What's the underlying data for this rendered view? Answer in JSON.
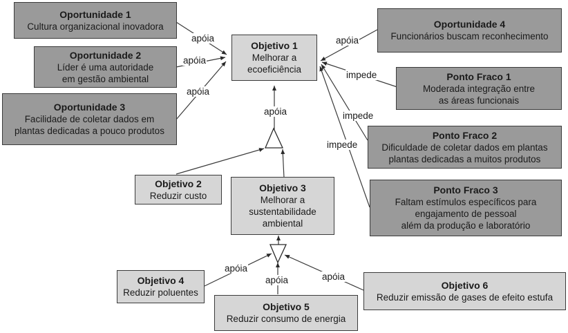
{
  "nodes": {
    "op1": {
      "title": "Oportunidade 1",
      "lines": [
        "Cultura organizacional inovadora"
      ]
    },
    "op2": {
      "title": "Oportunidade 2",
      "lines": [
        "Líder é uma autoridade",
        "em gestão ambiental"
      ]
    },
    "op3": {
      "title": "Oportunidade 3",
      "lines": [
        "Facilidade de coletar dados em",
        "plantas dedicadas a pouco produtos"
      ]
    },
    "op4": {
      "title": "Oportunidade 4",
      "lines": [
        "Funcionários buscam reconhecimento"
      ]
    },
    "obj1": {
      "title": "Objetivo 1",
      "lines": [
        "Melhorar a",
        "ecoeficiência"
      ]
    },
    "pf1": {
      "title": "Ponto Fraco 1",
      "lines": [
        "Moderada integração entre",
        "as áreas funcionais"
      ]
    },
    "pf2": {
      "title": "Ponto Fraco 2",
      "lines": [
        "Dificuldade de coletar dados em plantas",
        "plantas dedicadas a muitos produtos"
      ]
    },
    "pf3": {
      "title": "Ponto Fraco 3",
      "lines": [
        "Faltam estímulos específicos para",
        "engajamento de pessoal",
        "além da produção e laboratório"
      ]
    },
    "obj2": {
      "title": "Objetivo 2",
      "lines": [
        "Reduzir custo"
      ]
    },
    "obj3": {
      "title": "Objetivo 3",
      "lines": [
        "Melhorar a",
        "sustentabilidade",
        "ambiental"
      ]
    },
    "obj4": {
      "title": "Objetivo 4",
      "lines": [
        "Reduzir poluentes"
      ]
    },
    "obj5": {
      "title": "Objetivo 5",
      "lines": [
        "Reduzir consumo de energia"
      ]
    },
    "obj6": {
      "title": "Objetivo 6",
      "lines": [
        "Reduzir emissão de gases de efeito estufa"
      ]
    }
  },
  "edge_labels": {
    "op1_obj1": "apóia",
    "op2_obj1": "apóia",
    "op3_obj1": "apóia",
    "op4_obj1": "apóia",
    "and1_obj1": "apóia",
    "pf1_obj1": "impede",
    "pf2_obj1": "impede",
    "pf3_obj1": "impede",
    "obj4_and2": "apóia",
    "obj5_and2": "apóia",
    "obj6_and2": "apóia"
  },
  "colors": {
    "opportunity_weakness_fill": "#9a9a9a",
    "objective_fill": "#d6d6d6",
    "border": "#3a3a3a"
  }
}
